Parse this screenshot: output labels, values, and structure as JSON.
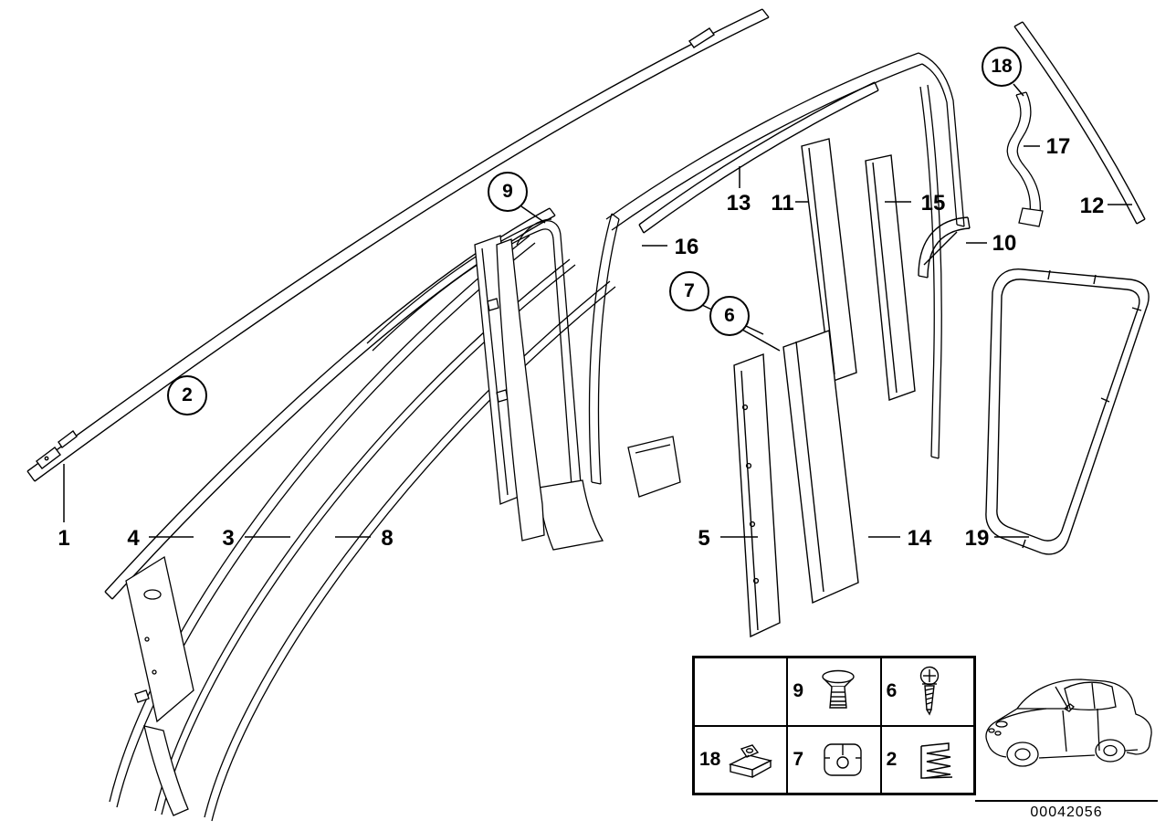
{
  "diagram": {
    "colors": {
      "line": "#000000",
      "background": "#ffffff"
    },
    "callouts": [
      {
        "label": "1",
        "style": "plain"
      },
      {
        "label": "2",
        "style": "circled"
      },
      {
        "label": "3",
        "style": "plain"
      },
      {
        "label": "4",
        "style": "plain"
      },
      {
        "label": "5",
        "style": "plain"
      },
      {
        "label": "6",
        "style": "circled"
      },
      {
        "label": "7",
        "style": "circled"
      },
      {
        "label": "8",
        "style": "plain"
      },
      {
        "label": "9",
        "style": "circled"
      },
      {
        "label": "10",
        "style": "plain"
      },
      {
        "label": "11",
        "style": "plain"
      },
      {
        "label": "12",
        "style": "plain"
      },
      {
        "label": "13",
        "style": "plain"
      },
      {
        "label": "14",
        "style": "plain"
      },
      {
        "label": "15",
        "style": "plain"
      },
      {
        "label": "16",
        "style": "plain"
      },
      {
        "label": "17",
        "style": "plain"
      },
      {
        "label": "18",
        "style": "circled"
      },
      {
        "label": "19",
        "style": "plain"
      }
    ],
    "legend": {
      "cells": [
        {
          "label": "",
          "icon": "none"
        },
        {
          "label": "9",
          "icon": "expanding-rivet-icon"
        },
        {
          "label": "6",
          "icon": "screw-icon"
        },
        {
          "label": "18",
          "icon": "sheet-metal-clamp-icon"
        },
        {
          "label": "7",
          "icon": "trim-clip-icon"
        },
        {
          "label": "2",
          "icon": "spring-clip-icon"
        }
      ]
    },
    "footer": {
      "doc_number": "00042056"
    }
  }
}
